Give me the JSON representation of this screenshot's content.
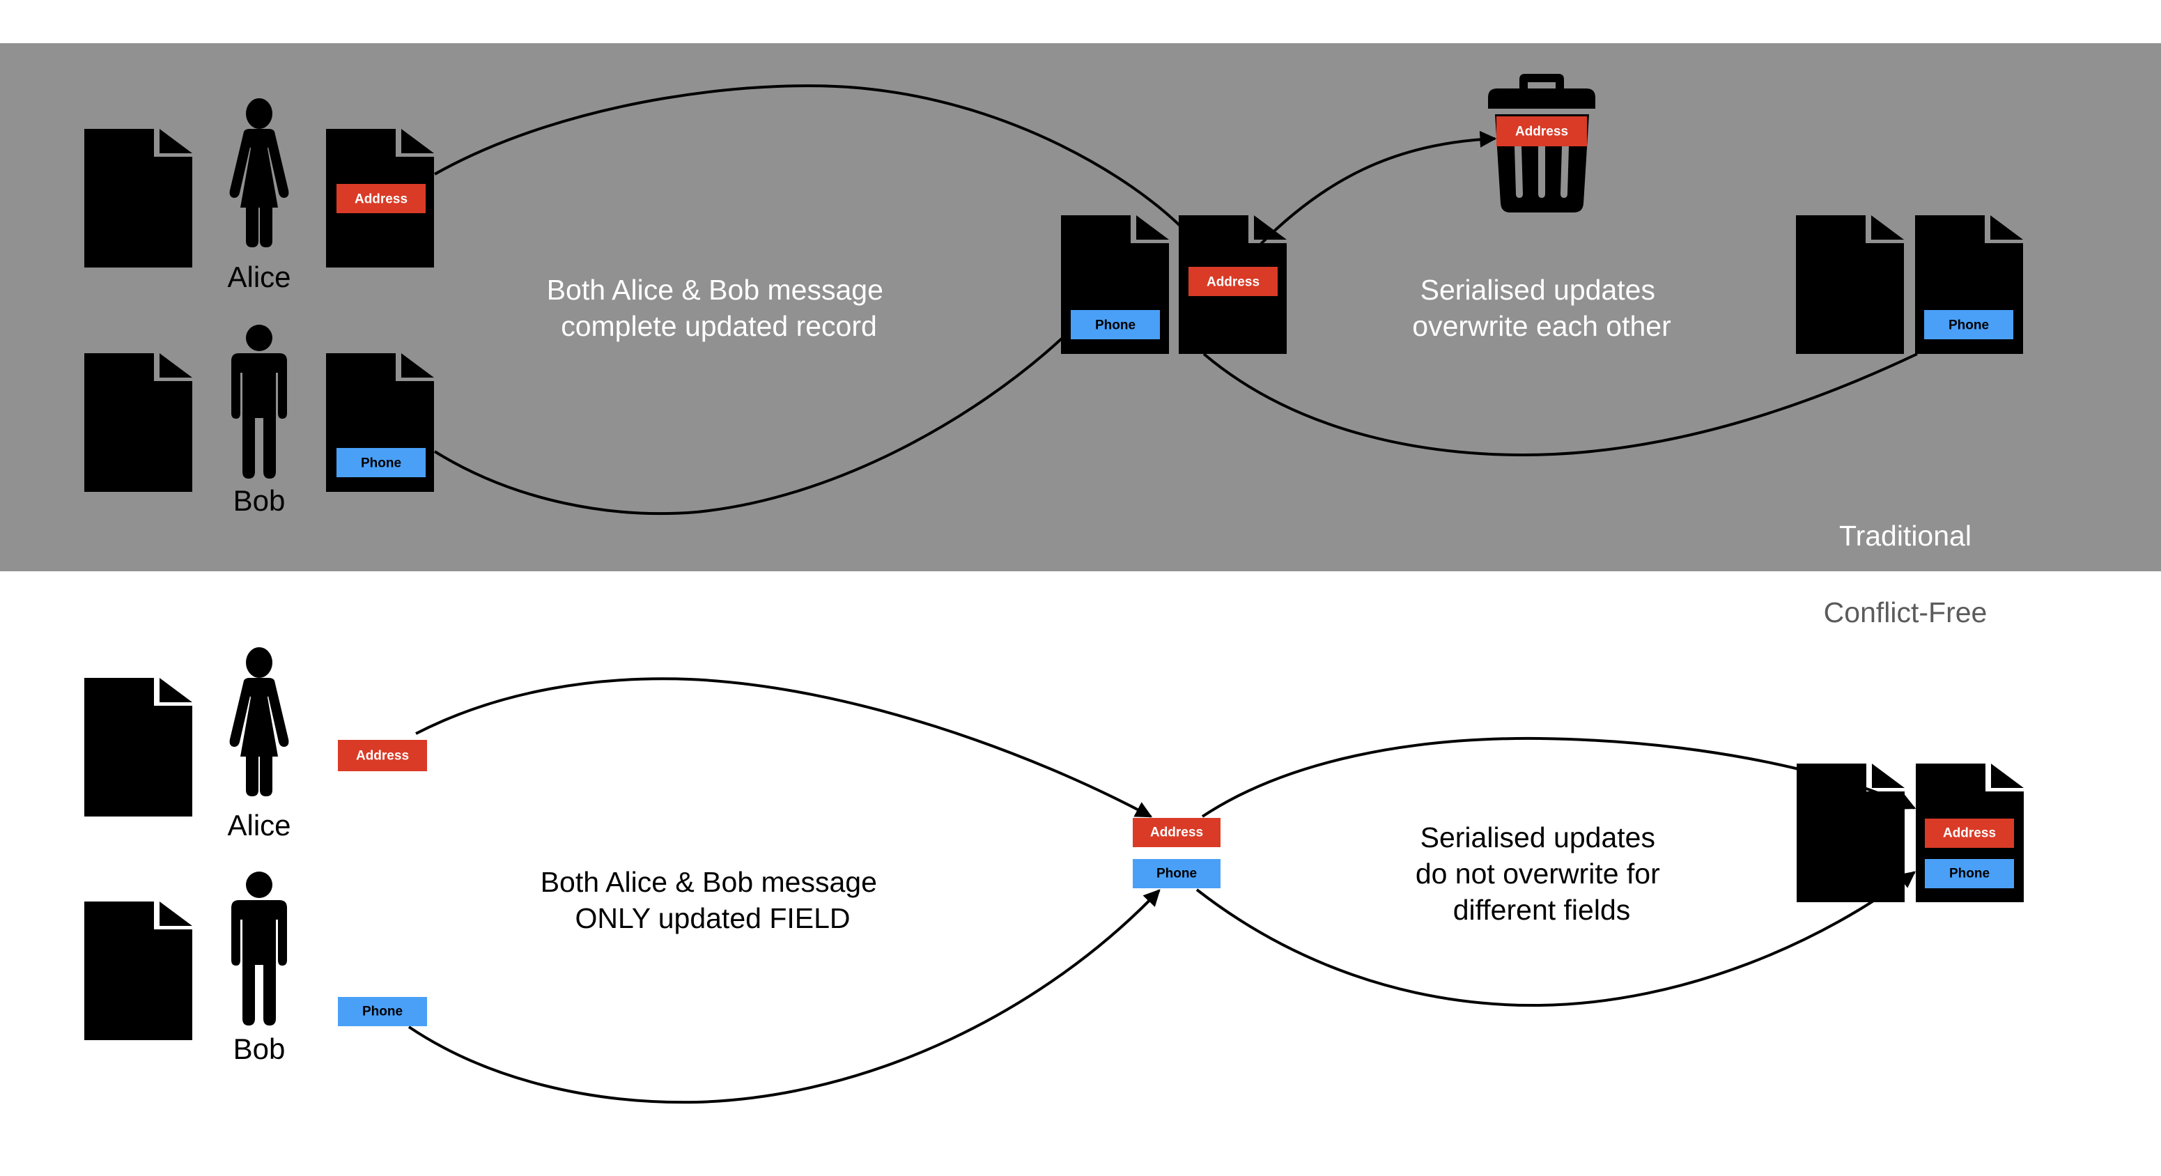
{
  "colors": {
    "band": "#919191",
    "address": "#d93b27",
    "phone": "#4aa0f7",
    "doc": "#000000",
    "section_label_dark": "#5b5b5b"
  },
  "traditional": {
    "section_label": "Traditional",
    "caption_left": [
      "Both Alice & Bob message",
      "complete updated record"
    ],
    "caption_right": [
      "Serialised updates",
      "overwrite each other"
    ],
    "users": [
      {
        "name": "Alice",
        "icon": "female-person-icon",
        "field": "Address"
      },
      {
        "name": "Bob",
        "icon": "male-person-icon",
        "field": "Phone"
      }
    ],
    "merge_fields": {
      "left_doc": "Phone",
      "right_doc": "Address"
    },
    "discarded_field": "Address",
    "result_fields": [
      "Phone"
    ]
  },
  "conflict_free": {
    "section_label": "Conflict-Free",
    "caption_left": [
      "Both Alice & Bob message",
      "ONLY updated FIELD"
    ],
    "caption_right": [
      "Serialised updates",
      "do not overwrite for",
      "different fields"
    ],
    "users": [
      {
        "name": "Alice",
        "icon": "female-person-icon",
        "field": "Address"
      },
      {
        "name": "Bob",
        "icon": "male-person-icon",
        "field": "Phone"
      }
    ],
    "merge_fields": [
      "Address",
      "Phone"
    ],
    "result_fields": [
      "Address",
      "Phone"
    ]
  }
}
